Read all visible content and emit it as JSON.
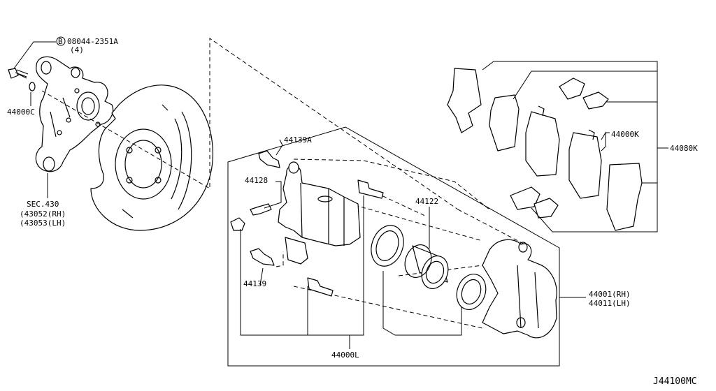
{
  "diagram_code": "J44100MC",
  "labels": {
    "bolt_ref_circle": "B",
    "bolt_ref": "08044-2351A",
    "bolt_qty": "(4)",
    "washer": "44000C",
    "sec": "SEC.430",
    "knuckle_rh": "(43052(RH)",
    "knuckle_lh": "(43053(LH)",
    "pin_bolt_upper": "44139A",
    "bleeder": "44128",
    "pin_bolt_lower": "44139",
    "piston": "44122",
    "seal_kit": "44000L",
    "pad_kit": "44000K",
    "hardware_kit": "44080K",
    "caliper_rh": "44001(RH)",
    "caliper_lh": "44011(LH)"
  }
}
